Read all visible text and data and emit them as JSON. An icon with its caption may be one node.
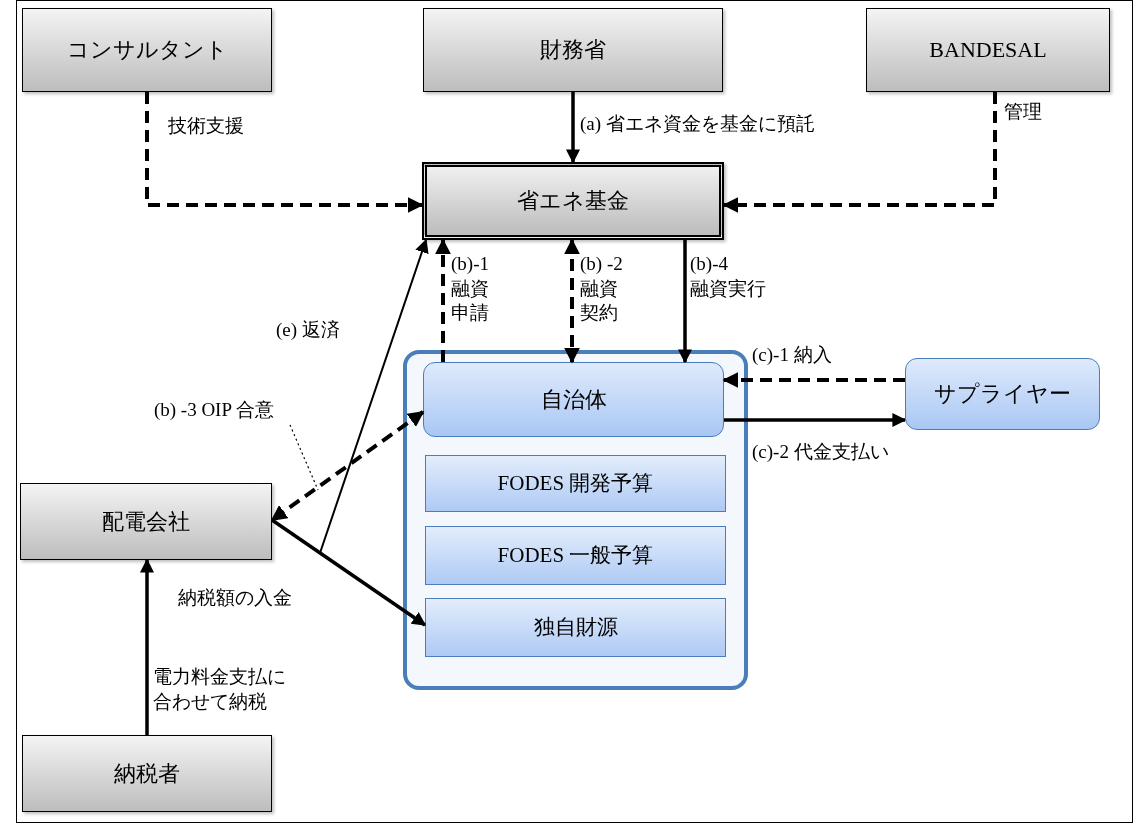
{
  "diagram": {
    "nodes": [
      {
        "text": [
          "コンサルタント"
        ]
      },
      {
        "text": [
          "財務省"
        ]
      },
      {
        "text": [
          "BANDESAL"
        ]
      },
      {
        "text": [
          "省エネ基金"
        ]
      },
      {
        "text": [],
        "shape": "box"
      },
      {
        "text": [
          "自治体"
        ],
        "in": 4
      },
      {
        "text": [
          "FODES 開発予算"
        ],
        "in": 4
      },
      {
        "text": [
          "FODES 一般予算"
        ],
        "in": 4
      },
      {
        "text": [
          "独自財源"
        ],
        "in": 4
      },
      {
        "text": [
          "サプライヤー"
        ]
      },
      {
        "text": [
          "配電会社"
        ]
      },
      {
        "text": [
          "納税者"
        ]
      },
      {
        "text": [
          "(b) -3 OIP 合意"
        ]
      }
    ],
    "edges": [
      {
        "from": 0,
        "to": 3,
        "arrow": "to",
        "style": "dashed",
        "label": "技術支援"
      },
      {
        "from": 1,
        "to": 3,
        "arrow": "to",
        "label": "(a) 省エネ資金を基金に預託"
      },
      {
        "from": 2,
        "to": 3,
        "arrow": "to",
        "style": "dashed",
        "label": "管理"
      },
      {
        "from": 5,
        "to": 3,
        "arrow": "to",
        "style": "dashed",
        "label": "(b)-1 融資申請"
      },
      {
        "from": 3,
        "to": 5,
        "arrow": "both",
        "style": "dashed",
        "label": "(b) -2 融資契約"
      },
      {
        "from": 3,
        "to": 5,
        "arrow": "to",
        "label": "(b)-4 融資実行"
      },
      {
        "from": 9,
        "to": 5,
        "arrow": "to",
        "style": "dashed",
        "label": "(c)-1 納入"
      },
      {
        "from": 5,
        "to": 9,
        "arrow": "to",
        "label": "(c)-2 代金支払い"
      },
      {
        "from": 5,
        "to": 10,
        "arrow": "both",
        "style": "dashed"
      },
      {
        "from": 10,
        "to": 8,
        "arrow": "to",
        "label": "納税額の入金"
      },
      {
        "from": 10,
        "to": 3,
        "arrow": "to",
        "label": "(e) 返済"
      },
      {
        "from": 11,
        "to": 10,
        "arrow": "to",
        "label": "電力料金支払に合わせて納税"
      },
      {
        "from": 12,
        "to": null,
        "arrow": "none",
        "style": "dashed"
      }
    ]
  }
}
